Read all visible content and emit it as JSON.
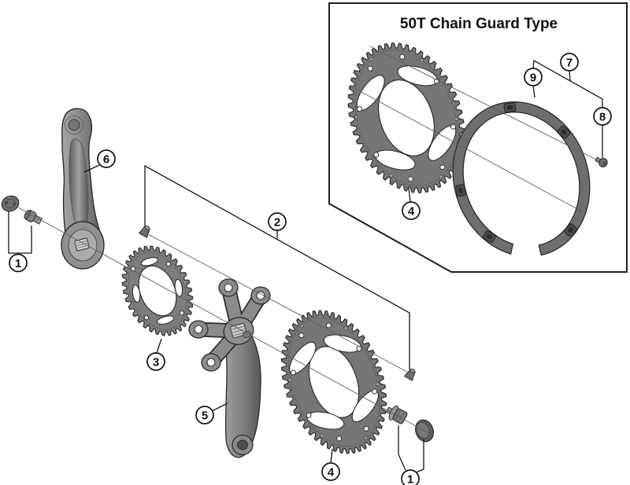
{
  "inset": {
    "title": "50T Chain Guard Type"
  },
  "callouts": {
    "crank_fixing_bolt_left": "1",
    "chainring_fixing_bolts": "2",
    "small_chainring": "3",
    "large_chainring": "4",
    "right_crank_arm": "5",
    "left_crank_arm": "6",
    "guard_fixing_group": "7",
    "guard_fixing_bolt": "8",
    "chain_guard": "9",
    "large_chainring_inset": "4",
    "crank_fixing_bolt_right": "1"
  },
  "colors": {
    "line": "#161616",
    "axis": "#5f5f5f",
    "part_fill": "#7a7a7a",
    "guard_fill": "#6e6e6e",
    "background": "#ffffff"
  }
}
